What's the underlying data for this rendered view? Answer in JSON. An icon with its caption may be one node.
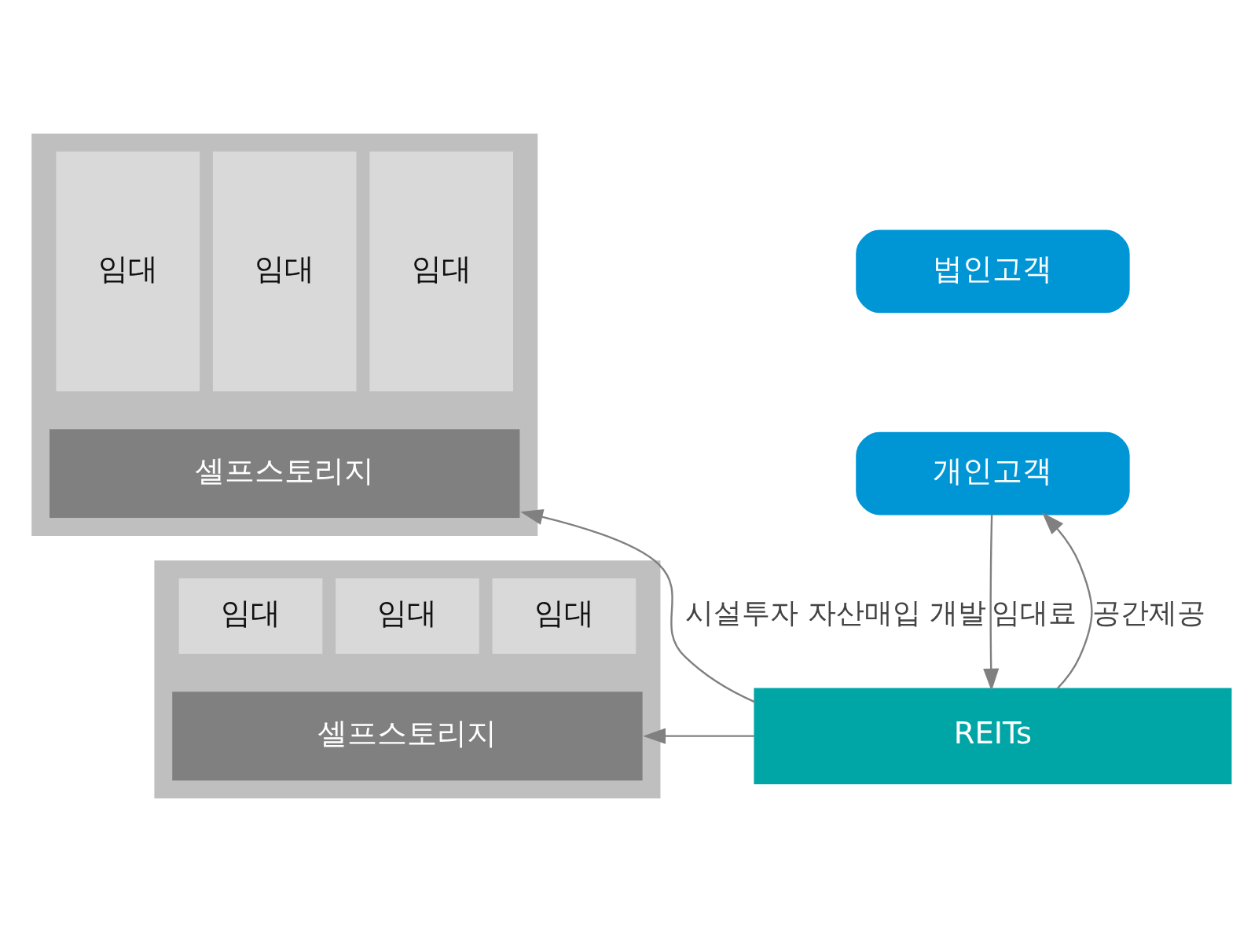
{
  "diagram": {
    "nodes": [
      {
        "text": [],
        "shape": "box"
      },
      {
        "text": [
          "임대"
        ],
        "in": 0
      },
      {
        "text": [
          "임대"
        ],
        "in": 0
      },
      {
        "text": [
          "임대"
        ],
        "in": 0
      },
      {
        "text": [
          "셀프스토리지"
        ],
        "in": 0
      },
      {
        "text": [],
        "shape": "box"
      },
      {
        "text": [
          "임대"
        ],
        "in": 5
      },
      {
        "text": [
          "임대"
        ],
        "in": 5
      },
      {
        "text": [
          "임대"
        ],
        "in": 5
      },
      {
        "text": [
          "셀프스토리지"
        ],
        "in": 5
      },
      {
        "text": [
          "법인고객"
        ]
      },
      {
        "text": [
          "개인고객"
        ]
      },
      {
        "text": [
          "REITs"
        ]
      }
    ],
    "edges": [
      {
        "from": 12,
        "to": 4,
        "arrow": "to",
        "label": "시설투자 자산매입 개발"
      },
      {
        "from": 12,
        "to": 9,
        "arrow": "to"
      },
      {
        "from": 12,
        "to": 11,
        "arrow": "to",
        "label": "공간제공"
      },
      {
        "from": 11,
        "to": 12,
        "arrow": "to",
        "label": "임대료"
      }
    ]
  }
}
